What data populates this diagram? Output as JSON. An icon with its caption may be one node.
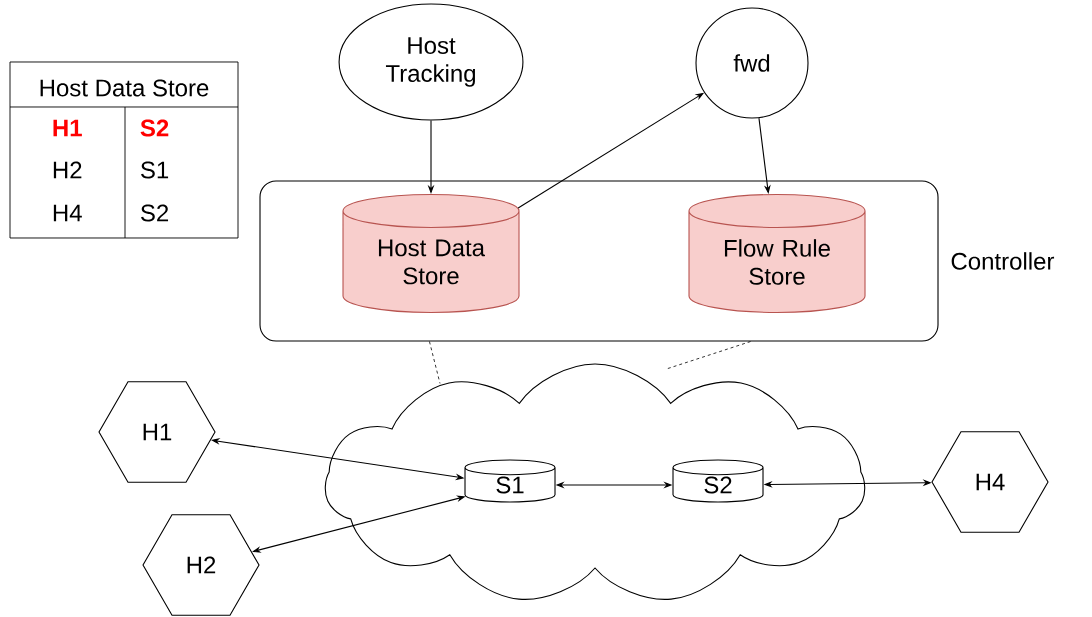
{
  "diagram": {
    "nodes": [
      {
        "text": [
          "Host Tracking"
        ]
      },
      {
        "text": [
          "fwd"
        ]
      },
      {
        "text": [
          "Controller"
        ]
      },
      {
        "text": [
          "Host Data Store"
        ],
        "in": 2
      },
      {
        "text": [
          "Flow Rule Store"
        ],
        "in": 2
      },
      {
        "text": [],
        "shape": "cloud"
      },
      {
        "text": [
          "S1"
        ],
        "in": 5
      },
      {
        "text": [
          "S2"
        ],
        "in": 5
      },
      {
        "text": [
          "H1"
        ]
      },
      {
        "text": [
          "H2"
        ]
      },
      {
        "text": [
          "H4"
        ]
      }
    ],
    "edges": [
      {
        "from": 0,
        "to": 3,
        "arrow": "to"
      },
      {
        "from": 3,
        "to": 1,
        "arrow": "to"
      },
      {
        "from": 1,
        "to": 4,
        "arrow": "to"
      },
      {
        "from": 2,
        "to": 5,
        "arrow": "none",
        "style": "dashed"
      },
      {
        "from": 2,
        "to": 5,
        "arrow": "none",
        "style": "dashed"
      },
      {
        "from": 8,
        "to": 6,
        "arrow": "both"
      },
      {
        "from": 9,
        "to": 6,
        "arrow": "both"
      },
      {
        "from": 6,
        "to": 7,
        "arrow": "both"
      },
      {
        "from": 7,
        "to": 10,
        "arrow": "both"
      }
    ],
    "labels": [
      "Host Data Store",
      "H1",
      "S2",
      "H2",
      "S1",
      "H4",
      "S2"
    ]
  }
}
